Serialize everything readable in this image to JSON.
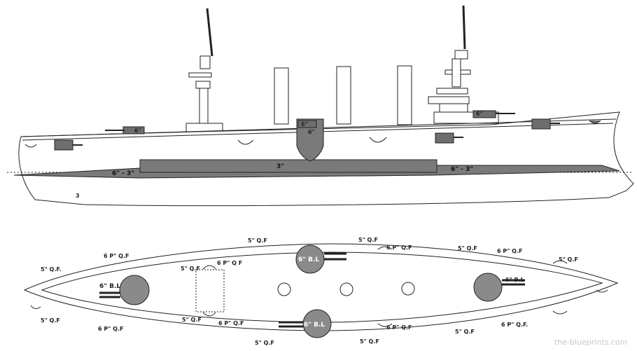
{
  "side_view": {
    "armor_labels": {
      "belt_fwd": "6\" - 3\"",
      "belt_mid": "3\"",
      "belt_aft": "6\" - 3\""
    },
    "casemate_labels": [
      "6\"",
      "6\"",
      "6\"",
      "6\""
    ],
    "hull_mark": "3"
  },
  "plan_view": {
    "gun_labels": {
      "turret_fwd": "6\" B.L",
      "turret_top": "6\" B.L",
      "turret_bottom": "6\" B.L",
      "turret_aft": "6\" B.L"
    },
    "qf_labels": {
      "top_5qf_1": "5\" Q.F",
      "top_5qf_2": "5\" Q.F",
      "top_5qf_3": "5\" Q.F",
      "top_5qf_4": "5\" Q.F",
      "top_6pqf_1": "6 P\" Q.F",
      "top_6pqf_2": "6 P\" Q.F",
      "top_6pqf_3": "6 P\" Q.F",
      "bow_5qf_top": "5\" Q.F.",
      "bow_5qf_bottom": "5\" Q.F",
      "mid_5qf_top": "5\" Q.F",
      "mid_6pqf_top": "6 P\" Q F",
      "mid_5qf_bottom": "5\" Q.F",
      "mid_6pqf_bottom": "6 P\" Q.F",
      "bottom_6pqf_1": "6 P\" Q.F",
      "bottom_5qf_1": "5\" Q.F",
      "bottom_6pqf_2": "6 P\" Q.F",
      "bottom_5qf_2": "5\" Q.F",
      "bottom_5qf_3": "5\" Q.F",
      "bottom_6pqf_3": "6 P\" Q.F."
    }
  },
  "watermark": "the-blueprints.com",
  "colors": {
    "ink": "#222222",
    "armor_gray": "#7a7a7a",
    "turret_gray": "#8a8a8a",
    "casemate_gray": "#6e6e6e"
  }
}
